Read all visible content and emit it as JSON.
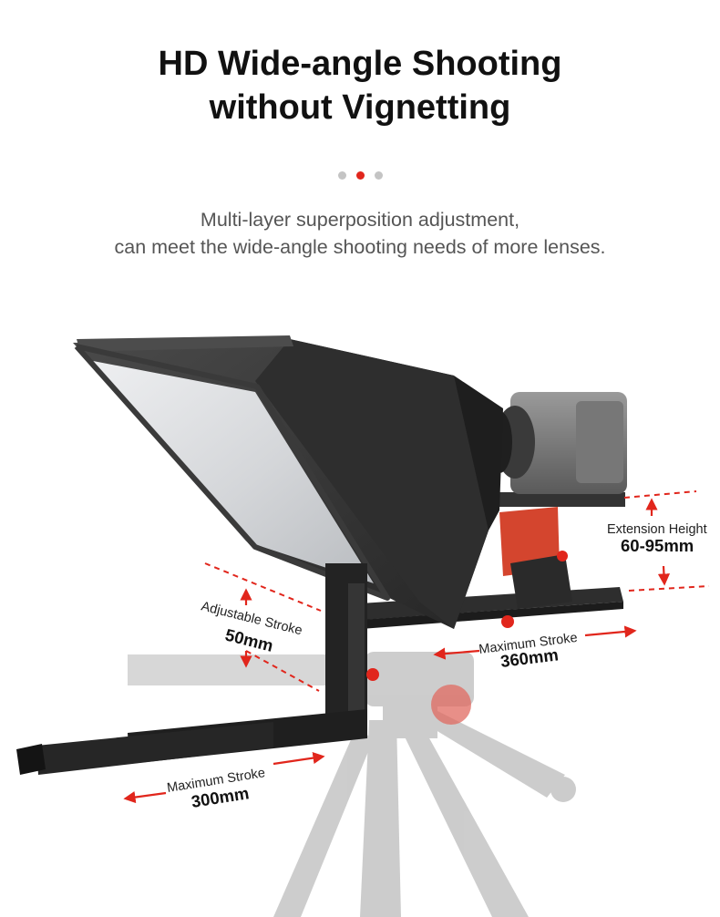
{
  "heading": {
    "line1": "HD Wide-angle Shooting",
    "line2": "without Vignetting"
  },
  "carousel": {
    "count": 3,
    "active_index": 1,
    "active_color": "#e1261c",
    "inactive_color": "#c4c4c4"
  },
  "subtitle": {
    "line1": "Multi-layer superposition adjustment,",
    "line2": "can meet the wide-angle shooting needs of more lenses."
  },
  "annotations": {
    "adjustable_stroke": {
      "label": "Adjustable Stroke",
      "value": "50mm"
    },
    "extension_height": {
      "label": "Extension Height",
      "value": "60-95mm"
    },
    "max_stroke_rail": {
      "label": "Maximum Stroke",
      "value": "360mm"
    },
    "max_stroke_bar": {
      "label": "Maximum Stroke",
      "value": "300mm"
    }
  },
  "colors": {
    "accent": "#e1261c",
    "hood": "#3a3a3a",
    "glass": "#d9dadc",
    "metal": "#2b2b2b"
  }
}
